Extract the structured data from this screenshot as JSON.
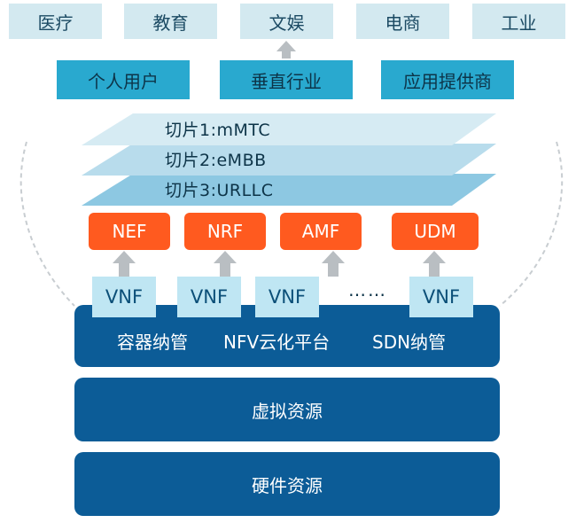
{
  "industries": [
    "医疗",
    "教育",
    "文娱",
    "电商",
    "工业"
  ],
  "users": [
    "个人用户",
    "垂直行业",
    "应用提供商"
  ],
  "slices": [
    "切片1:mMTC",
    "切片2:eMBB",
    "切片3:URLLC"
  ],
  "network_functions": [
    "NEF",
    "NRF",
    "AMF",
    "UDM"
  ],
  "vnfs": [
    "VNF",
    "VNF",
    "VNF",
    "VNF"
  ],
  "vnf_ellipsis": "……",
  "platform": {
    "container": "容器纳管",
    "nfv": "NFV云化平台",
    "sdn": "SDN纳管"
  },
  "virtual_resources": "虚拟资源",
  "hardware_resources": "硬件资源",
  "colors": {
    "industry_fill": "#d3e9f0",
    "user_fill": "#29a9cf",
    "nf_fill": "#ff5a1f",
    "vnf_fill": "#bfe6f3",
    "layer_fill": "#0c5c97",
    "arrow_fill": "#b9bec2",
    "slice_fills": [
      "#d6ebf3",
      "#b8dcec",
      "#8dc8e2"
    ]
  }
}
